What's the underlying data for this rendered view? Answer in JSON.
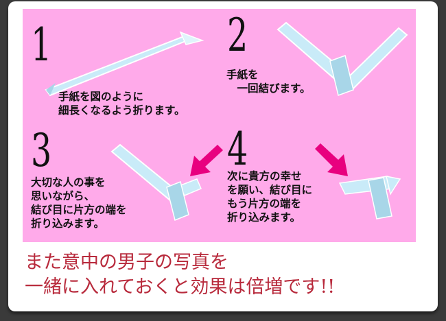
{
  "steps": [
    {
      "number": "1",
      "text": "手紙を図のように\n細長くなるよう折ります。"
    },
    {
      "number": "2",
      "text": "手紙を\n　一回結びます。"
    },
    {
      "number": "3",
      "text": "大切な人の事を\n思いながら、\n結び目に片方の端を\n折り込みます。"
    },
    {
      "number": "4",
      "text": "次に貴方の幸せ\nを願い、結び目に\nもう片方の端を\n折り込みます。"
    }
  ],
  "caption": {
    "line1": "また意中の男子の写真を",
    "line2": "一緒に入れておくと効果は倍増です!!"
  },
  "colors": {
    "panel": "#ffaaea",
    "paper": "#c9ebf8",
    "paper_dark": "#a8d6e8",
    "arrow": "#e8007f",
    "caption": "#b82a3c"
  }
}
